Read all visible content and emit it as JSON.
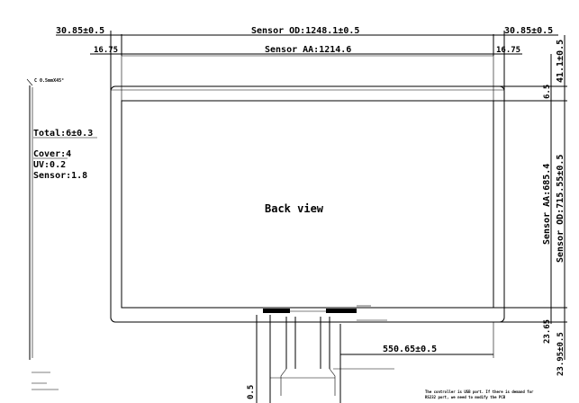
{
  "dimensions": {
    "left_margin": "30.85±0.5",
    "right_margin": "30.85±0.5",
    "sensor_od_width": "Sensor OD:1248.1±0.5",
    "aa_offset_left": "16.75",
    "aa_offset_right": "16.75",
    "sensor_aa_width": "Sensor AA:1214.6",
    "top_right_height": "41.1±0.5",
    "small_offset": "6.5",
    "sensor_aa_height": "Sensor AA:685.4",
    "sensor_od_height": "Sensor OD:715.55±0.5",
    "bottom_offset_1": "23.65",
    "bottom_offset_2": "23.95±0.5",
    "tail_length": "550.65±0.5",
    "bottom_tol": "0.5"
  },
  "stack": {
    "chamfer": "C 0.5mmX45°",
    "total": "Total:6±0.3",
    "cover": "Cover:4",
    "uv": "UV:0.2",
    "sensor": "Sensor:1.8"
  },
  "view_label": "Back view",
  "note": {
    "line1": "The controller is USB port. If there is demand for",
    "line2": "RS232 port, we need to modify the PCB"
  }
}
